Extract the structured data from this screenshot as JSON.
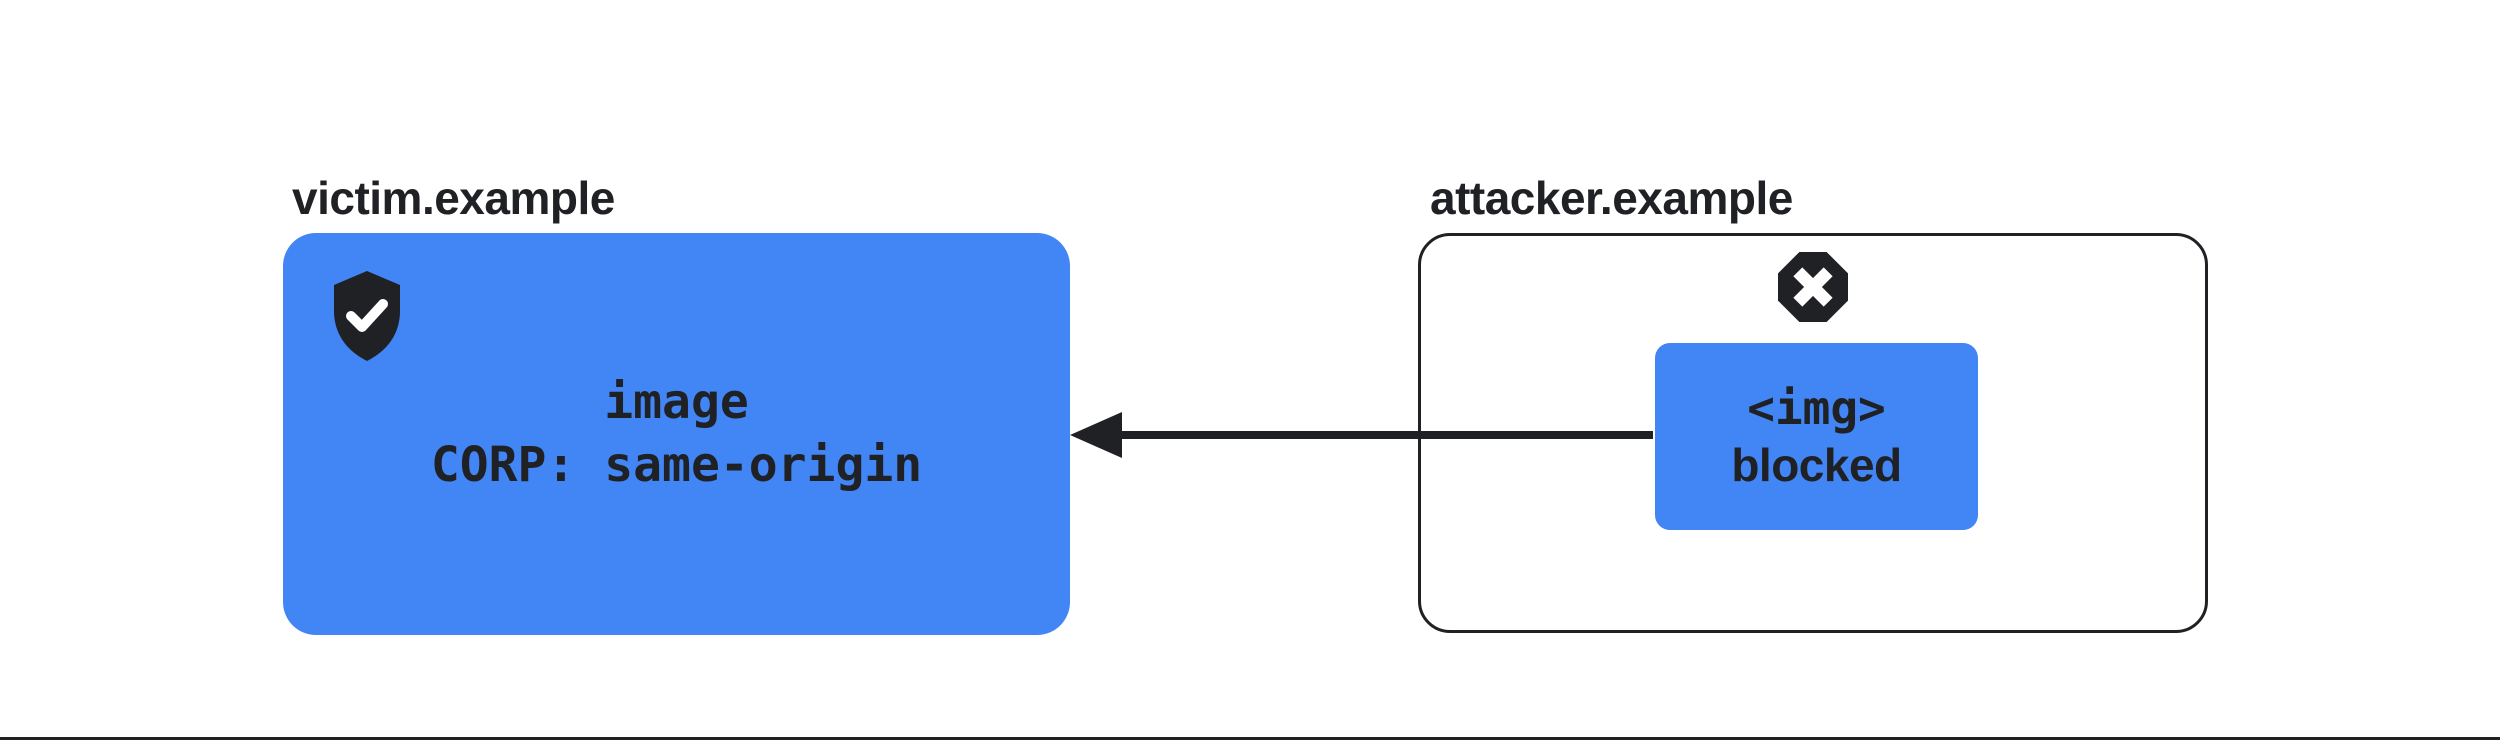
{
  "colors": {
    "primary_blue": "#4285F4",
    "dark": "#202124",
    "background": "#FFFFFF"
  },
  "victim": {
    "label": "victim.example",
    "icon": "shield-check-icon",
    "box_line1": "image",
    "box_line2": "CORP: same-origin"
  },
  "attacker": {
    "label": "attacker.example",
    "icon": "blocked-x-icon",
    "box_line1": "<img>",
    "box_line2": "blocked"
  }
}
